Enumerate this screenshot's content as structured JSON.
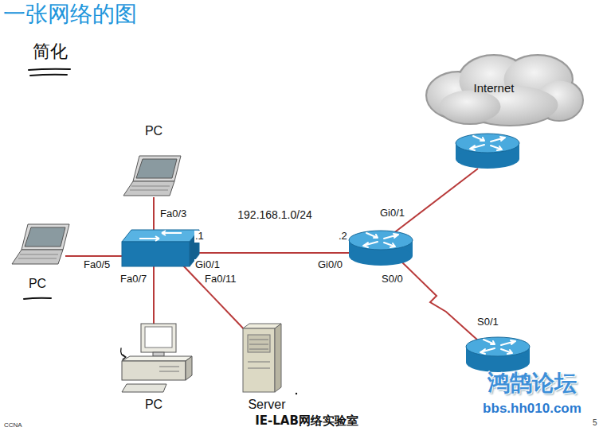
{
  "diagram": {
    "title": "一张网络的图",
    "nodes": [
      {
        "text": [
          "Internet"
        ]
      },
      {
        "text": [
          "PC"
        ]
      },
      {
        "text": [
          "PC"
        ]
      },
      {
        "text": [
          "PC"
        ]
      },
      {
        "text": [
          "Server"
        ]
      }
    ],
    "labels": [
      "简化",
      "Fa0/3",
      "192.168.1.0/24",
      "Gi0/1",
      ".1",
      ".2",
      "Fa0/5",
      "Gi0/1",
      "Gi0/0",
      "Fa0/7",
      "Fa0/11",
      "S0/0",
      "S0/1",
      "鸿鹄论坛",
      "bbs.hh010.com",
      "CCNA",
      "IE-LAB网络实验室",
      "5"
    ]
  }
}
